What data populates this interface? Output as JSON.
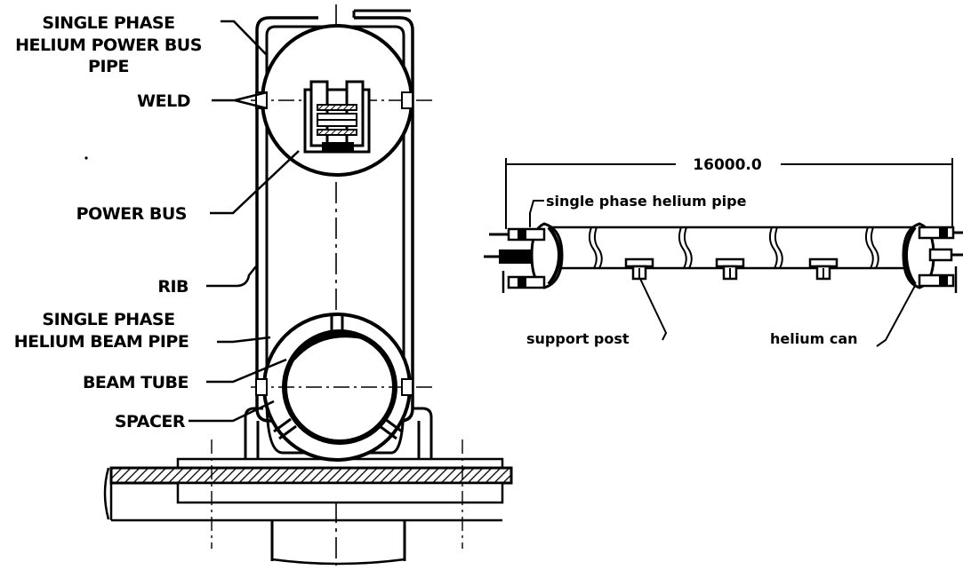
{
  "cross_section": {
    "labels": {
      "single_phase_power_pipe_l1": "SINGLE PHASE",
      "single_phase_power_pipe_l2": "HELIUM POWER BUS",
      "single_phase_power_pipe_l3": "PIPE",
      "weld": "WELD",
      "power_bus": "POWER BUS",
      "rib": "RIB",
      "single_phase_beam_pipe_l1": "SINGLE PHASE",
      "single_phase_beam_pipe_l2": "HELIUM BEAM PIPE",
      "beam_tube": "BEAM TUBE",
      "spacer": "SPACER"
    }
  },
  "side_view": {
    "dimension": "16000.0",
    "labels": {
      "helium_pipe": "single phase helium pipe",
      "support_post": "support post",
      "helium_can": "helium can"
    }
  }
}
